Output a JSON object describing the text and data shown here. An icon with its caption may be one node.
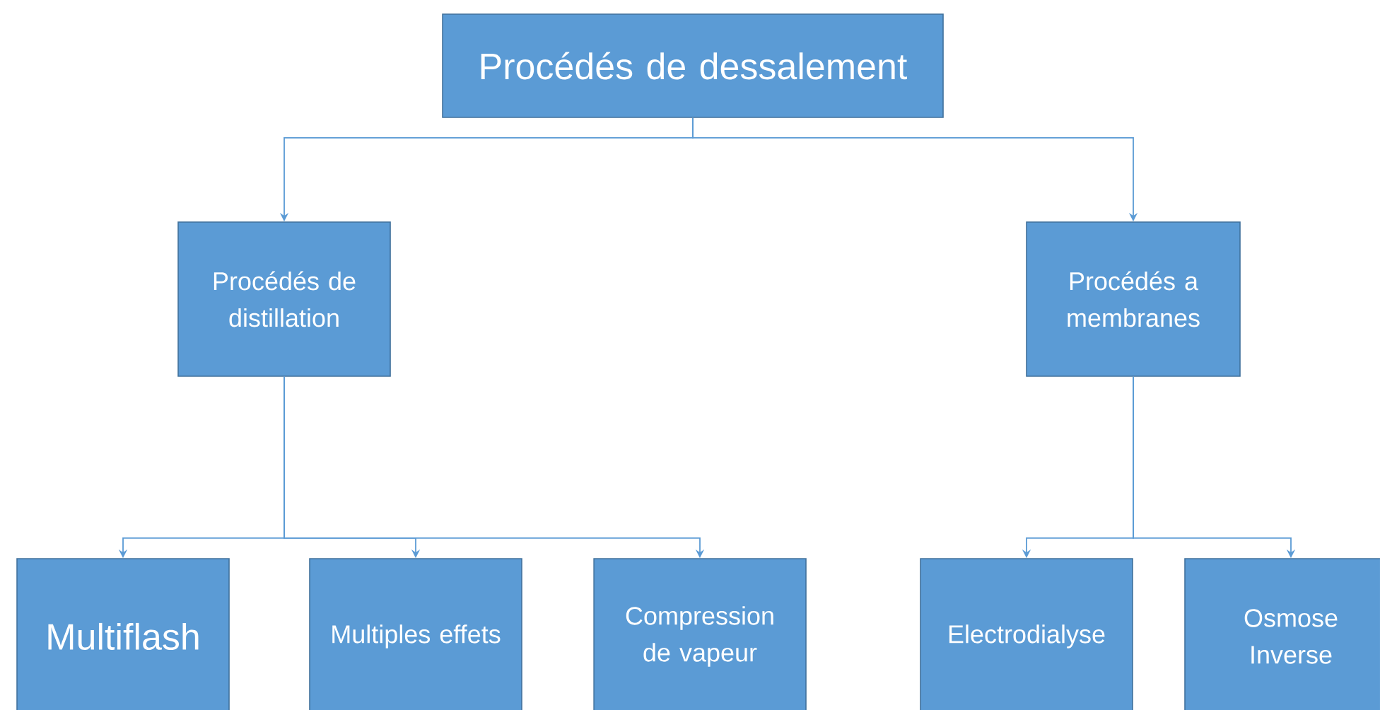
{
  "diagram": {
    "nodes": [
      {
        "text": [
          "Procédés de dessalement"
        ]
      },
      {
        "text": [
          "Procédés de distillation"
        ]
      },
      {
        "text": [
          "Procédés a membranes"
        ]
      },
      {
        "text": [
          "Multiflash"
        ]
      },
      {
        "text": [
          "Multiples effets"
        ]
      },
      {
        "text": [
          "Compression de vapeur"
        ]
      },
      {
        "text": [
          "Electrodialyse"
        ]
      },
      {
        "text": [
          "Osmose Inverse"
        ]
      }
    ],
    "edges": [
      {
        "from": 0,
        "to": 1,
        "arrow": "to"
      },
      {
        "from": 0,
        "to": 2,
        "arrow": "to"
      },
      {
        "from": 1,
        "to": 3,
        "arrow": "to"
      },
      {
        "from": 1,
        "to": 4,
        "arrow": "to"
      },
      {
        "from": 1,
        "to": 5,
        "arrow": "to"
      },
      {
        "from": 2,
        "to": 6,
        "arrow": "to"
      },
      {
        "from": 2,
        "to": 7,
        "arrow": "to"
      }
    ]
  }
}
